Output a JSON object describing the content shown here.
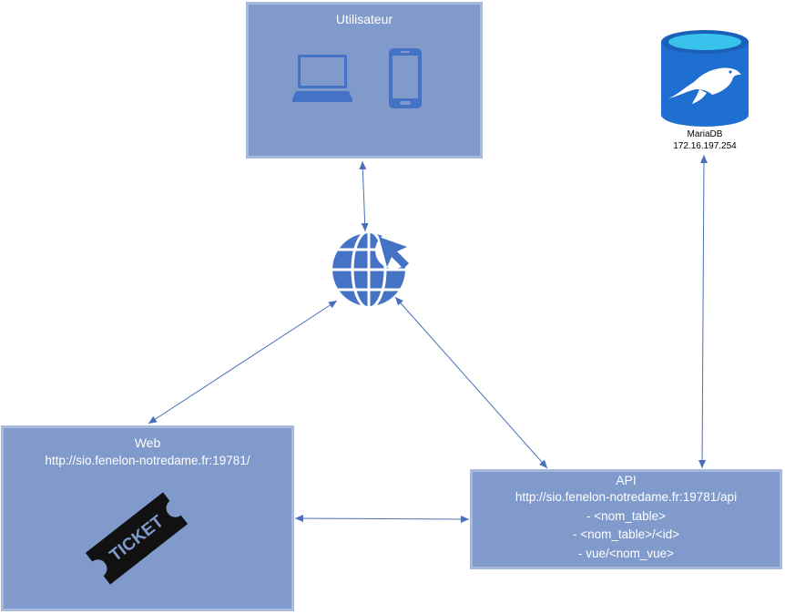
{
  "user_box": {
    "title": "Utilisateur"
  },
  "web_box": {
    "title": "Web",
    "url": "http://sio.fenelon-notredame.fr:19781/",
    "ticket_text": "TICKET"
  },
  "api_box": {
    "title": "API",
    "url": "http://sio.fenelon-notredame.fr:19781/api",
    "routes": [
      "- <nom_table>",
      "- <nom_table>/<id>",
      "- vue/<nom_vue>"
    ]
  },
  "database": {
    "name": "MariaDB",
    "ip": "172.16.197.254"
  },
  "colors": {
    "box_fill": "#7f9acb",
    "box_border": "#a7b9dd",
    "icon": "#4472c4",
    "connector": "#4a6fba",
    "db_body": "#1f6fd0",
    "db_top": "#39c3ec"
  },
  "icons": [
    "laptop-icon",
    "smartphone-icon",
    "globe-cursor-icon",
    "database-icon",
    "ticket-icon"
  ]
}
